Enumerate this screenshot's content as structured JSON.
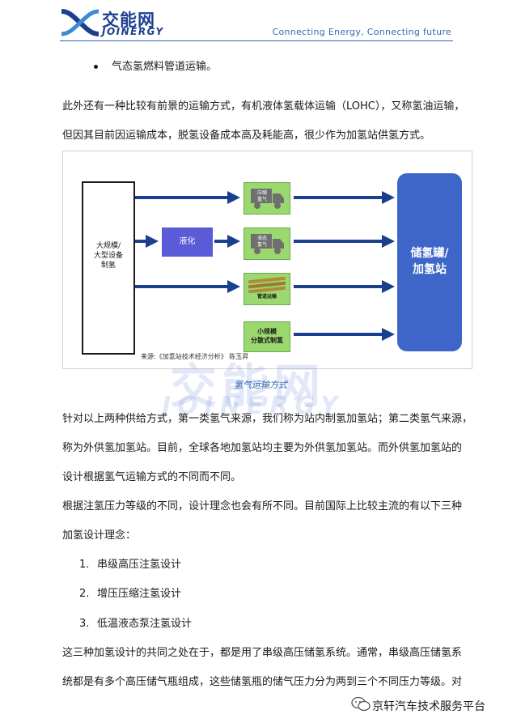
{
  "header": {
    "logo_cn": "交能网",
    "logo_en": "JOINERGY",
    "tagline": "Connecting Energy, Connecting future"
  },
  "bullet": "气态氢燃料管道运输。",
  "intro_lines": [
    "此外还有一种比较有前景的运输方式，有机液体氢载体运输（LOHC），又称氢油运输，",
    "但因其目前因运输成本，脱氢设备成本高及耗能高，很少作为加氢站供氢方式。"
  ],
  "figure": {
    "source_box": "大规模/\n大型设备\n制氢",
    "liquefy": "液化",
    "truck1": "压缩\n氢气",
    "truck2": "液态\n氢气",
    "pipeline": "管道运输",
    "small": "小规模\n分散式制氢",
    "tank": "储氢罐/\n加氢站",
    "source_note": "来源:《加氢站技术经济分析》 陈玉昇",
    "caption": "氢气运输方式",
    "colors": {
      "blue": "#3d66c8",
      "purple": "#5a5bd6",
      "green": "#9bd86f"
    }
  },
  "body_lines": [
    "针对以上两种供给方式，第一类氢气来源，我们称为站内制氢加氢站；第二类氢气来源，",
    "称为外供氢加氢站。目前，全球各地加氢站均主要为外供氢加氢站。而外供氢加氢站的",
    "设计根据氢气运输方式的不同而不同。",
    "根据注氢压力等级的不同，设计理念也会有所不同。目前国际上比较主流的有以下三种",
    "加氢设计理念："
  ],
  "list": [
    {
      "num": "1.",
      "text": "串级高压注氢设计"
    },
    {
      "num": "2.",
      "text": "增压压缩注氢设计"
    },
    {
      "num": "3.",
      "text": "低温液态泵注氢设计"
    }
  ],
  "tail_lines": [
    "这三种加氢设计的共同之处在于，都是用了串级高压储氢系统。通常，串级高压储氢系",
    "统都是有多个高压储气瓶组成，这些储氢瓶的储气压力分为两到三个不同压力等级。对"
  ],
  "footer": "京轩汽车技术服务平台"
}
